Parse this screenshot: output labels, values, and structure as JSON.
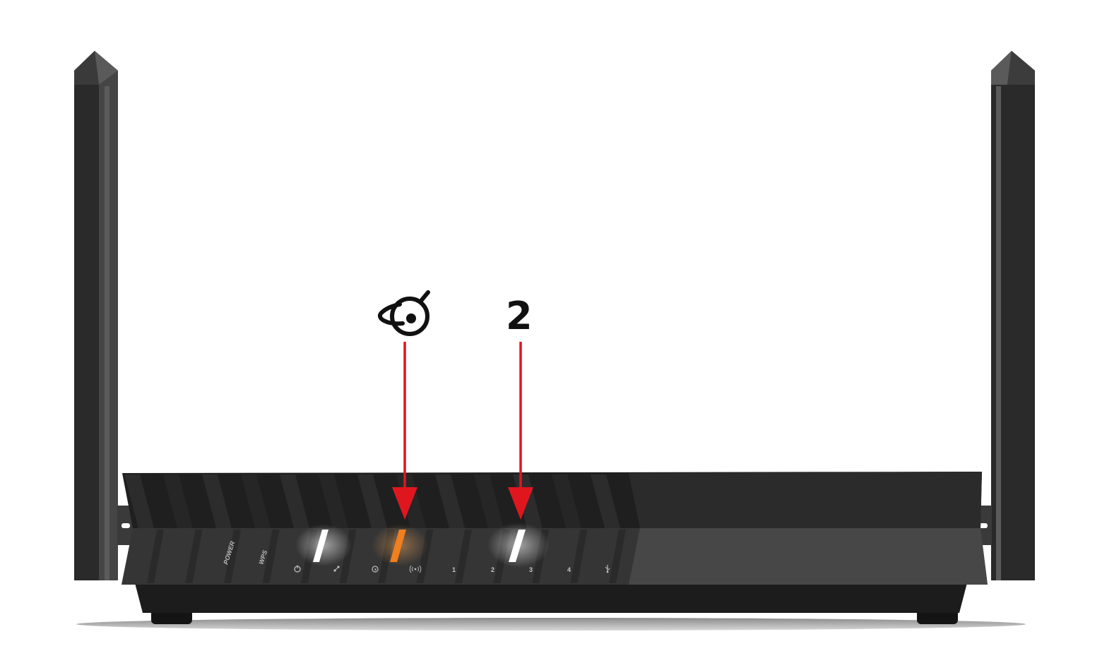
{
  "router": {
    "buttons": {
      "power": "POWER",
      "wps": "WPS"
    },
    "ports": {
      "port1": "1",
      "port2": "2",
      "port3": "3",
      "port4": "4"
    },
    "icons": {
      "power": "power-icon",
      "internet": "internet-icon",
      "wan": "wan-icon",
      "wifi": "wifi-icon",
      "usb": "usb-icon"
    },
    "led_colors": {
      "power_on": "#ffffff",
      "internet_status": "#f07f1e",
      "port": "#ffffff"
    }
  },
  "callouts": {
    "internet_icon": "internet-icon",
    "port_number": "2",
    "arrow_color": "#e0161f"
  }
}
